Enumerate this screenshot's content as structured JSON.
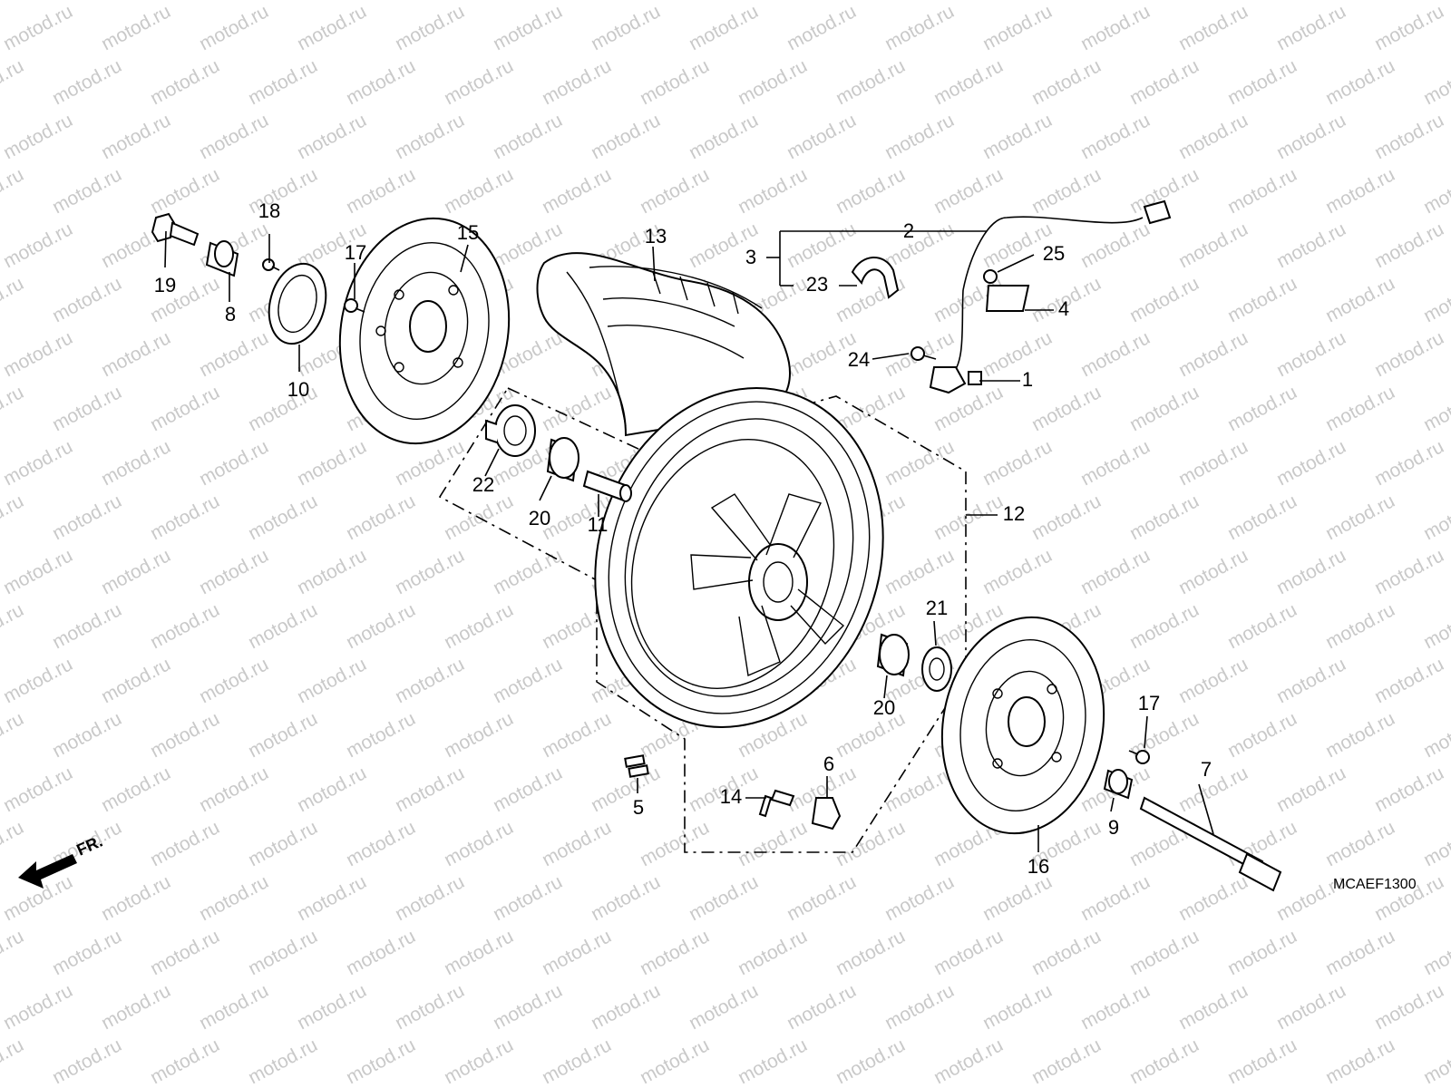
{
  "diagram": {
    "drawing_code": "MCAEF1300",
    "front_marker": "FR.",
    "watermark_text": "motod.ru",
    "part_labels": [
      "1",
      "2",
      "3",
      "4",
      "5",
      "6",
      "7",
      "8",
      "9",
      "10",
      "11",
      "12",
      "13",
      "14",
      "15",
      "16",
      "17",
      "17",
      "18",
      "19",
      "20",
      "20",
      "21",
      "22",
      "23",
      "24",
      "25"
    ]
  }
}
